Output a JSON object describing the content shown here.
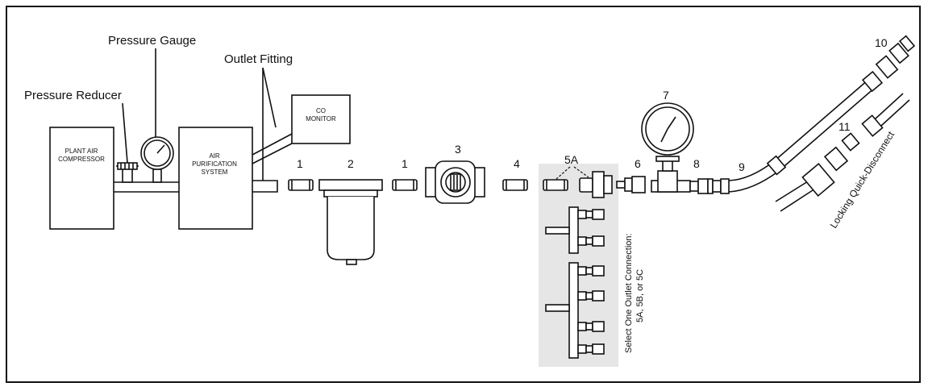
{
  "labels": {
    "pressure_gauge": "Pressure Gauge",
    "outlet_fitting": "Outlet Fitting",
    "pressure_reducer": "Pressure Reducer",
    "locking_qd": "Locking Quick-Disconnect",
    "select_line1": "Select One Outlet Connection:",
    "select_line2": "5A, 5B, or 5C"
  },
  "boxes": {
    "compressor": [
      "PLANT AIR",
      "COMPRESSOR"
    ],
    "purification": [
      "AIR",
      "PURIFICATION",
      "SYSTEM"
    ],
    "co_monitor": [
      "CO",
      "MONITOR"
    ]
  },
  "numbers": {
    "n1a": "1",
    "n2": "2",
    "n1b": "1",
    "n3": "3",
    "n4": "4",
    "n5a": "5A",
    "n6": "6",
    "n7": "7",
    "n8": "8",
    "n9": "9",
    "n10": "10",
    "n11": "11"
  }
}
